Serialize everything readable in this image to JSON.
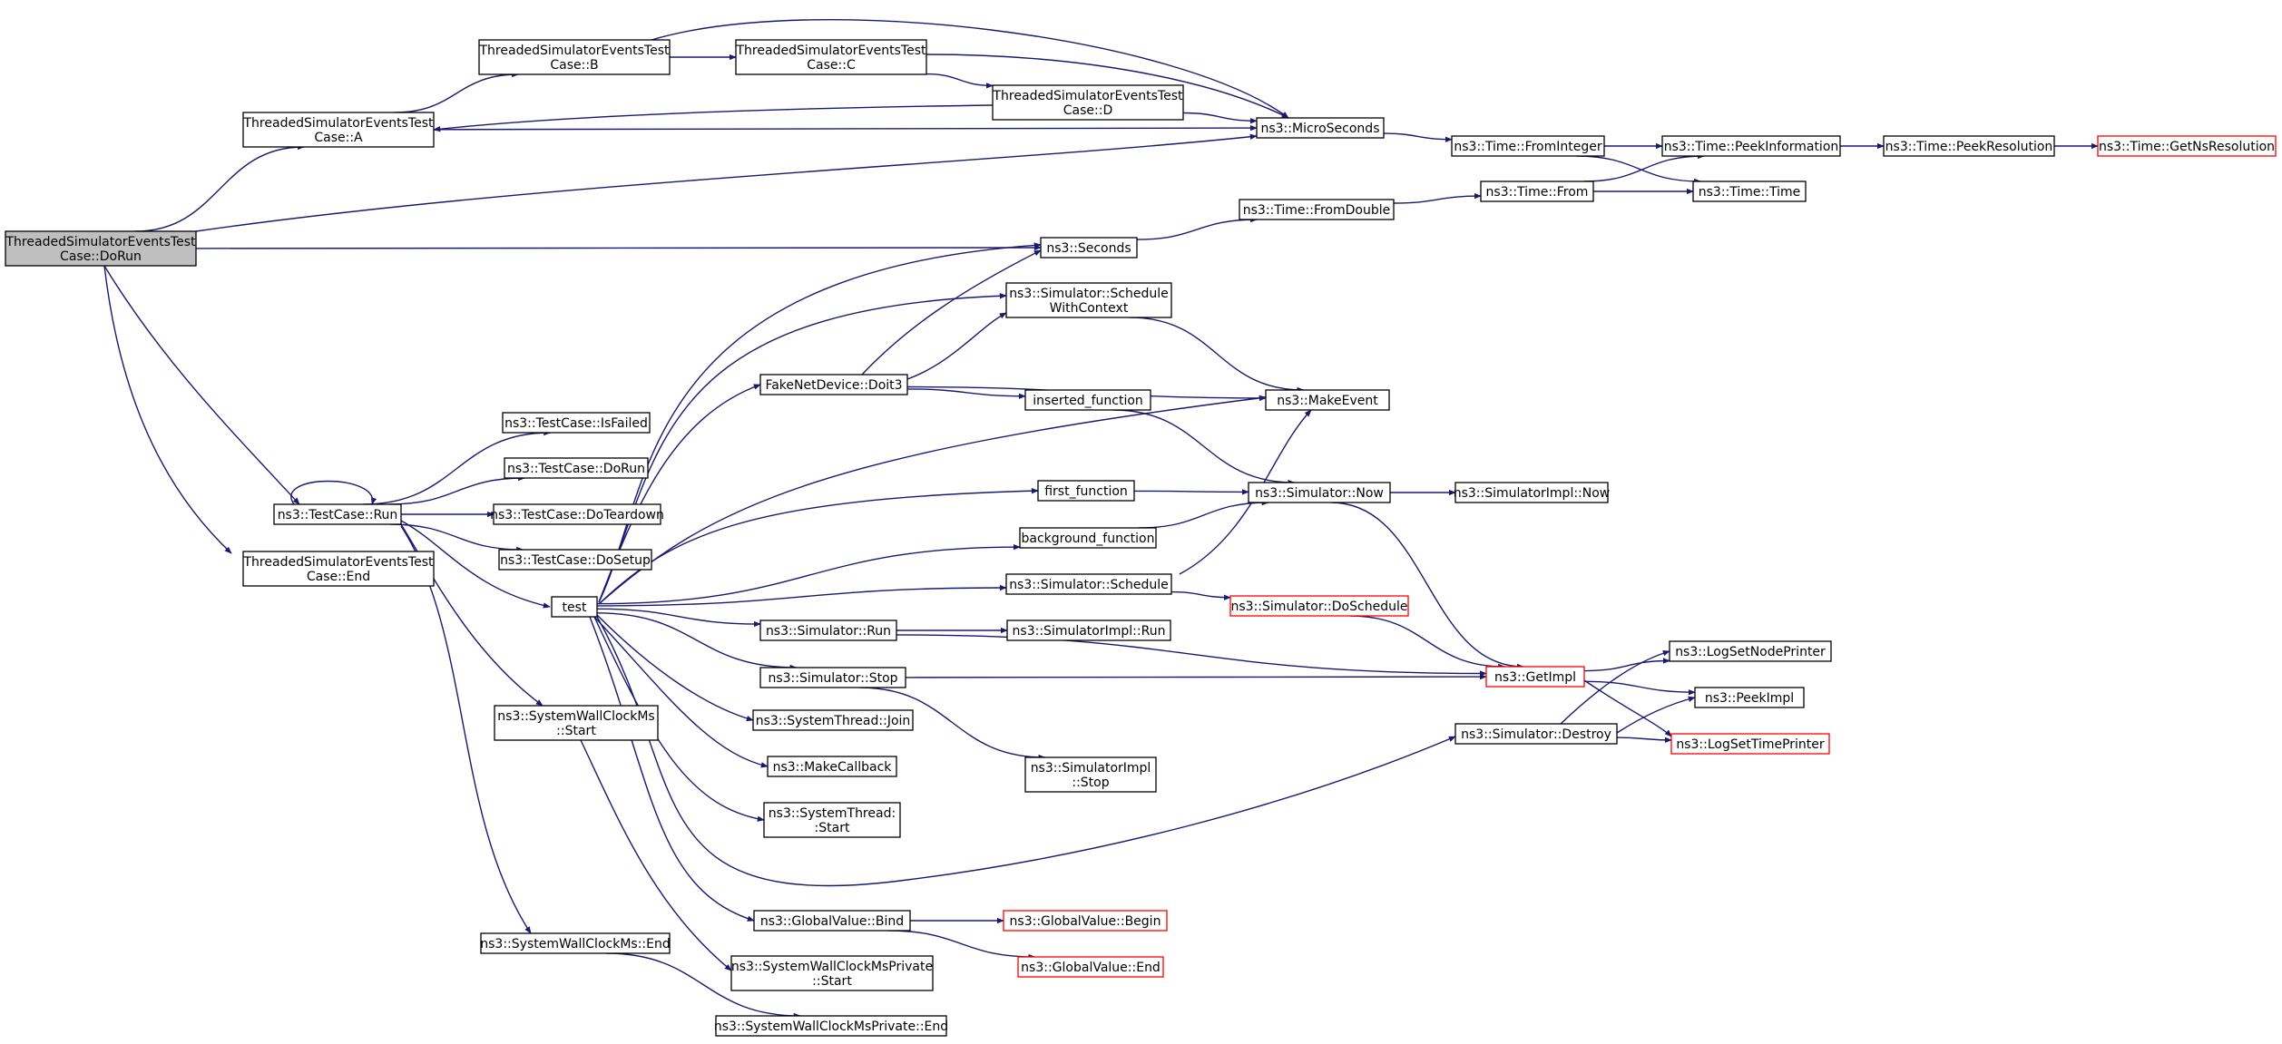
{
  "colors": {
    "edge": "#191970",
    "border": "#000000",
    "border_incomplete": "#ff0000",
    "root_fill": "#bfbfbf",
    "text": "#000000",
    "text_incomplete": "#000000"
  },
  "nodes": [
    {
      "id": "dorun",
      "lines": [
        "ThreadedSimulatorEventsTest",
        "Case::DoRun"
      ],
      "root": true
    },
    {
      "id": "A",
      "lines": [
        "ThreadedSimulatorEventsTest",
        "Case::A"
      ]
    },
    {
      "id": "B",
      "lines": [
        "ThreadedSimulatorEventsTest",
        "Case::B"
      ]
    },
    {
      "id": "C",
      "lines": [
        "ThreadedSimulatorEventsTest",
        "Case::C"
      ]
    },
    {
      "id": "D",
      "lines": [
        "ThreadedSimulatorEventsTest",
        "Case::D"
      ]
    },
    {
      "id": "microseconds",
      "lines": [
        "ns3::MicroSeconds"
      ]
    },
    {
      "id": "fromint",
      "lines": [
        "ns3::Time::FromInteger"
      ]
    },
    {
      "id": "peekinfo",
      "lines": [
        "ns3::Time::PeekInformation"
      ]
    },
    {
      "id": "peekres",
      "lines": [
        "ns3::Time::PeekResolution"
      ]
    },
    {
      "id": "getnsres",
      "lines": [
        "ns3::Time::GetNsResolution"
      ],
      "incomplete": true
    },
    {
      "id": "time",
      "lines": [
        "ns3::Time::Time"
      ]
    },
    {
      "id": "from",
      "lines": [
        "ns3::Time::From"
      ]
    },
    {
      "id": "fromdouble",
      "lines": [
        "ns3::Time::FromDouble"
      ]
    },
    {
      "id": "seconds",
      "lines": [
        "ns3::Seconds"
      ]
    },
    {
      "id": "schedwctx",
      "lines": [
        "ns3::Simulator::Schedule",
        "WithContext"
      ]
    },
    {
      "id": "doit3",
      "lines": [
        "FakeNetDevice::Doit3"
      ]
    },
    {
      "id": "inserted",
      "lines": [
        "inserted_function"
      ]
    },
    {
      "id": "makeevent",
      "lines": [
        "ns3::MakeEvent"
      ]
    },
    {
      "id": "isfailed",
      "lines": [
        "ns3::TestCase::IsFailed"
      ]
    },
    {
      "id": "tcdorun",
      "lines": [
        "ns3::TestCase::DoRun"
      ]
    },
    {
      "id": "teardown",
      "lines": [
        "ns3::TestCase::DoTeardown"
      ]
    },
    {
      "id": "setup",
      "lines": [
        "ns3::TestCase::DoSetup"
      ]
    },
    {
      "id": "tcrun",
      "lines": [
        "ns3::TestCase::Run"
      ]
    },
    {
      "id": "end",
      "lines": [
        "ThreadedSimulatorEventsTest",
        "Case::End"
      ]
    },
    {
      "id": "first",
      "lines": [
        "first_function"
      ]
    },
    {
      "id": "simnow",
      "lines": [
        "ns3::Simulator::Now"
      ]
    },
    {
      "id": "implnow",
      "lines": [
        "ns3::SimulatorImpl::Now"
      ]
    },
    {
      "id": "background",
      "lines": [
        "background_function"
      ]
    },
    {
      "id": "schedule",
      "lines": [
        "ns3::Simulator::Schedule"
      ]
    },
    {
      "id": "doschedule",
      "lines": [
        "ns3::Simulator::DoSchedule"
      ],
      "incomplete": true
    },
    {
      "id": "test",
      "lines": [
        "test"
      ]
    },
    {
      "id": "simrun",
      "lines": [
        "ns3::Simulator::Run"
      ]
    },
    {
      "id": "implrun",
      "lines": [
        "ns3::SimulatorImpl::Run"
      ]
    },
    {
      "id": "simstop",
      "lines": [
        "ns3::Simulator::Stop"
      ]
    },
    {
      "id": "getimpl",
      "lines": [
        "ns3::GetImpl"
      ],
      "incomplete": true
    },
    {
      "id": "lognode",
      "lines": [
        "ns3::LogSetNodePrinter"
      ]
    },
    {
      "id": "peekimpl",
      "lines": [
        "ns3::PeekImpl"
      ]
    },
    {
      "id": "logtime",
      "lines": [
        "ns3::LogSetTimePrinter"
      ],
      "incomplete": true
    },
    {
      "id": "destroy",
      "lines": [
        "ns3::Simulator::Destroy"
      ]
    },
    {
      "id": "join",
      "lines": [
        "ns3::SystemThread::Join"
      ]
    },
    {
      "id": "makecb",
      "lines": [
        "ns3::MakeCallback"
      ]
    },
    {
      "id": "implstop",
      "lines": [
        "ns3::SimulatorImpl",
        "::Stop"
      ]
    },
    {
      "id": "threadstart",
      "lines": [
        "ns3::SystemThread:",
        ":Start"
      ]
    },
    {
      "id": "wcstart",
      "lines": [
        "ns3::SystemWallClockMs",
        "::Start"
      ]
    },
    {
      "id": "gvbind",
      "lines": [
        "ns3::GlobalValue::Bind"
      ]
    },
    {
      "id": "gvbegin",
      "lines": [
        "ns3::GlobalValue::Begin"
      ],
      "incomplete": true
    },
    {
      "id": "gvend",
      "lines": [
        "ns3::GlobalValue::End"
      ],
      "incomplete": true
    },
    {
      "id": "wcend",
      "lines": [
        "ns3::SystemWallClockMs::End"
      ]
    },
    {
      "id": "wcpstart",
      "lines": [
        "ns3::SystemWallClockMsPrivate",
        "::Start"
      ]
    },
    {
      "id": "wcpend",
      "lines": [
        "ns3::SystemWallClockMsPrivate::End"
      ]
    }
  ],
  "edges": [
    [
      "dorun",
      "A"
    ],
    [
      "dorun",
      "microseconds"
    ],
    [
      "dorun",
      "seconds"
    ],
    [
      "dorun",
      "tcrun"
    ],
    [
      "dorun",
      "end"
    ],
    [
      "A",
      "B"
    ],
    [
      "A",
      "microseconds"
    ],
    [
      "B",
      "C"
    ],
    [
      "B",
      "microseconds"
    ],
    [
      "C",
      "D"
    ],
    [
      "C",
      "microseconds"
    ],
    [
      "D",
      "A"
    ],
    [
      "D",
      "microseconds"
    ],
    [
      "microseconds",
      "fromint"
    ],
    [
      "fromint",
      "peekinfo"
    ],
    [
      "fromint",
      "time"
    ],
    [
      "peekinfo",
      "peekres"
    ],
    [
      "peekres",
      "getnsres"
    ],
    [
      "seconds",
      "fromdouble"
    ],
    [
      "fromdouble",
      "from"
    ],
    [
      "from",
      "peekinfo"
    ],
    [
      "from",
      "time"
    ],
    [
      "tcrun",
      "tcrun"
    ],
    [
      "tcrun",
      "isfailed"
    ],
    [
      "tcrun",
      "tcdorun"
    ],
    [
      "tcrun",
      "teardown"
    ],
    [
      "tcrun",
      "setup"
    ],
    [
      "tcrun",
      "test"
    ],
    [
      "tcrun",
      "wcstart"
    ],
    [
      "tcrun",
      "wcend"
    ],
    [
      "test",
      "seconds"
    ],
    [
      "test",
      "schedwctx"
    ],
    [
      "test",
      "doit3"
    ],
    [
      "test",
      "makeevent"
    ],
    [
      "test",
      "first"
    ],
    [
      "test",
      "background"
    ],
    [
      "test",
      "schedule"
    ],
    [
      "test",
      "simrun"
    ],
    [
      "test",
      "simstop"
    ],
    [
      "test",
      "join"
    ],
    [
      "test",
      "makecb"
    ],
    [
      "test",
      "threadstart"
    ],
    [
      "test",
      "destroy"
    ],
    [
      "test",
      "gvbind"
    ],
    [
      "doit3",
      "seconds"
    ],
    [
      "doit3",
      "schedwctx"
    ],
    [
      "doit3",
      "makeevent"
    ],
    [
      "doit3",
      "inserted"
    ],
    [
      "schedwctx",
      "makeevent"
    ],
    [
      "inserted",
      "simnow"
    ],
    [
      "first",
      "simnow"
    ],
    [
      "background",
      "simnow"
    ],
    [
      "simnow",
      "implnow"
    ],
    [
      "simnow",
      "getimpl"
    ],
    [
      "schedule",
      "makeevent"
    ],
    [
      "schedule",
      "doschedule"
    ],
    [
      "doschedule",
      "getimpl"
    ],
    [
      "simrun",
      "implrun"
    ],
    [
      "simrun",
      "getimpl"
    ],
    [
      "simstop",
      "getimpl"
    ],
    [
      "simstop",
      "implstop"
    ],
    [
      "getimpl",
      "lognode"
    ],
    [
      "getimpl",
      "peekimpl"
    ],
    [
      "getimpl",
      "logtime"
    ],
    [
      "destroy",
      "lognode"
    ],
    [
      "destroy",
      "peekimpl"
    ],
    [
      "destroy",
      "logtime"
    ],
    [
      "gvbind",
      "gvbegin"
    ],
    [
      "gvbind",
      "gvend"
    ],
    [
      "wcstart",
      "wcpstart"
    ],
    [
      "wcend",
      "wcpend"
    ]
  ]
}
